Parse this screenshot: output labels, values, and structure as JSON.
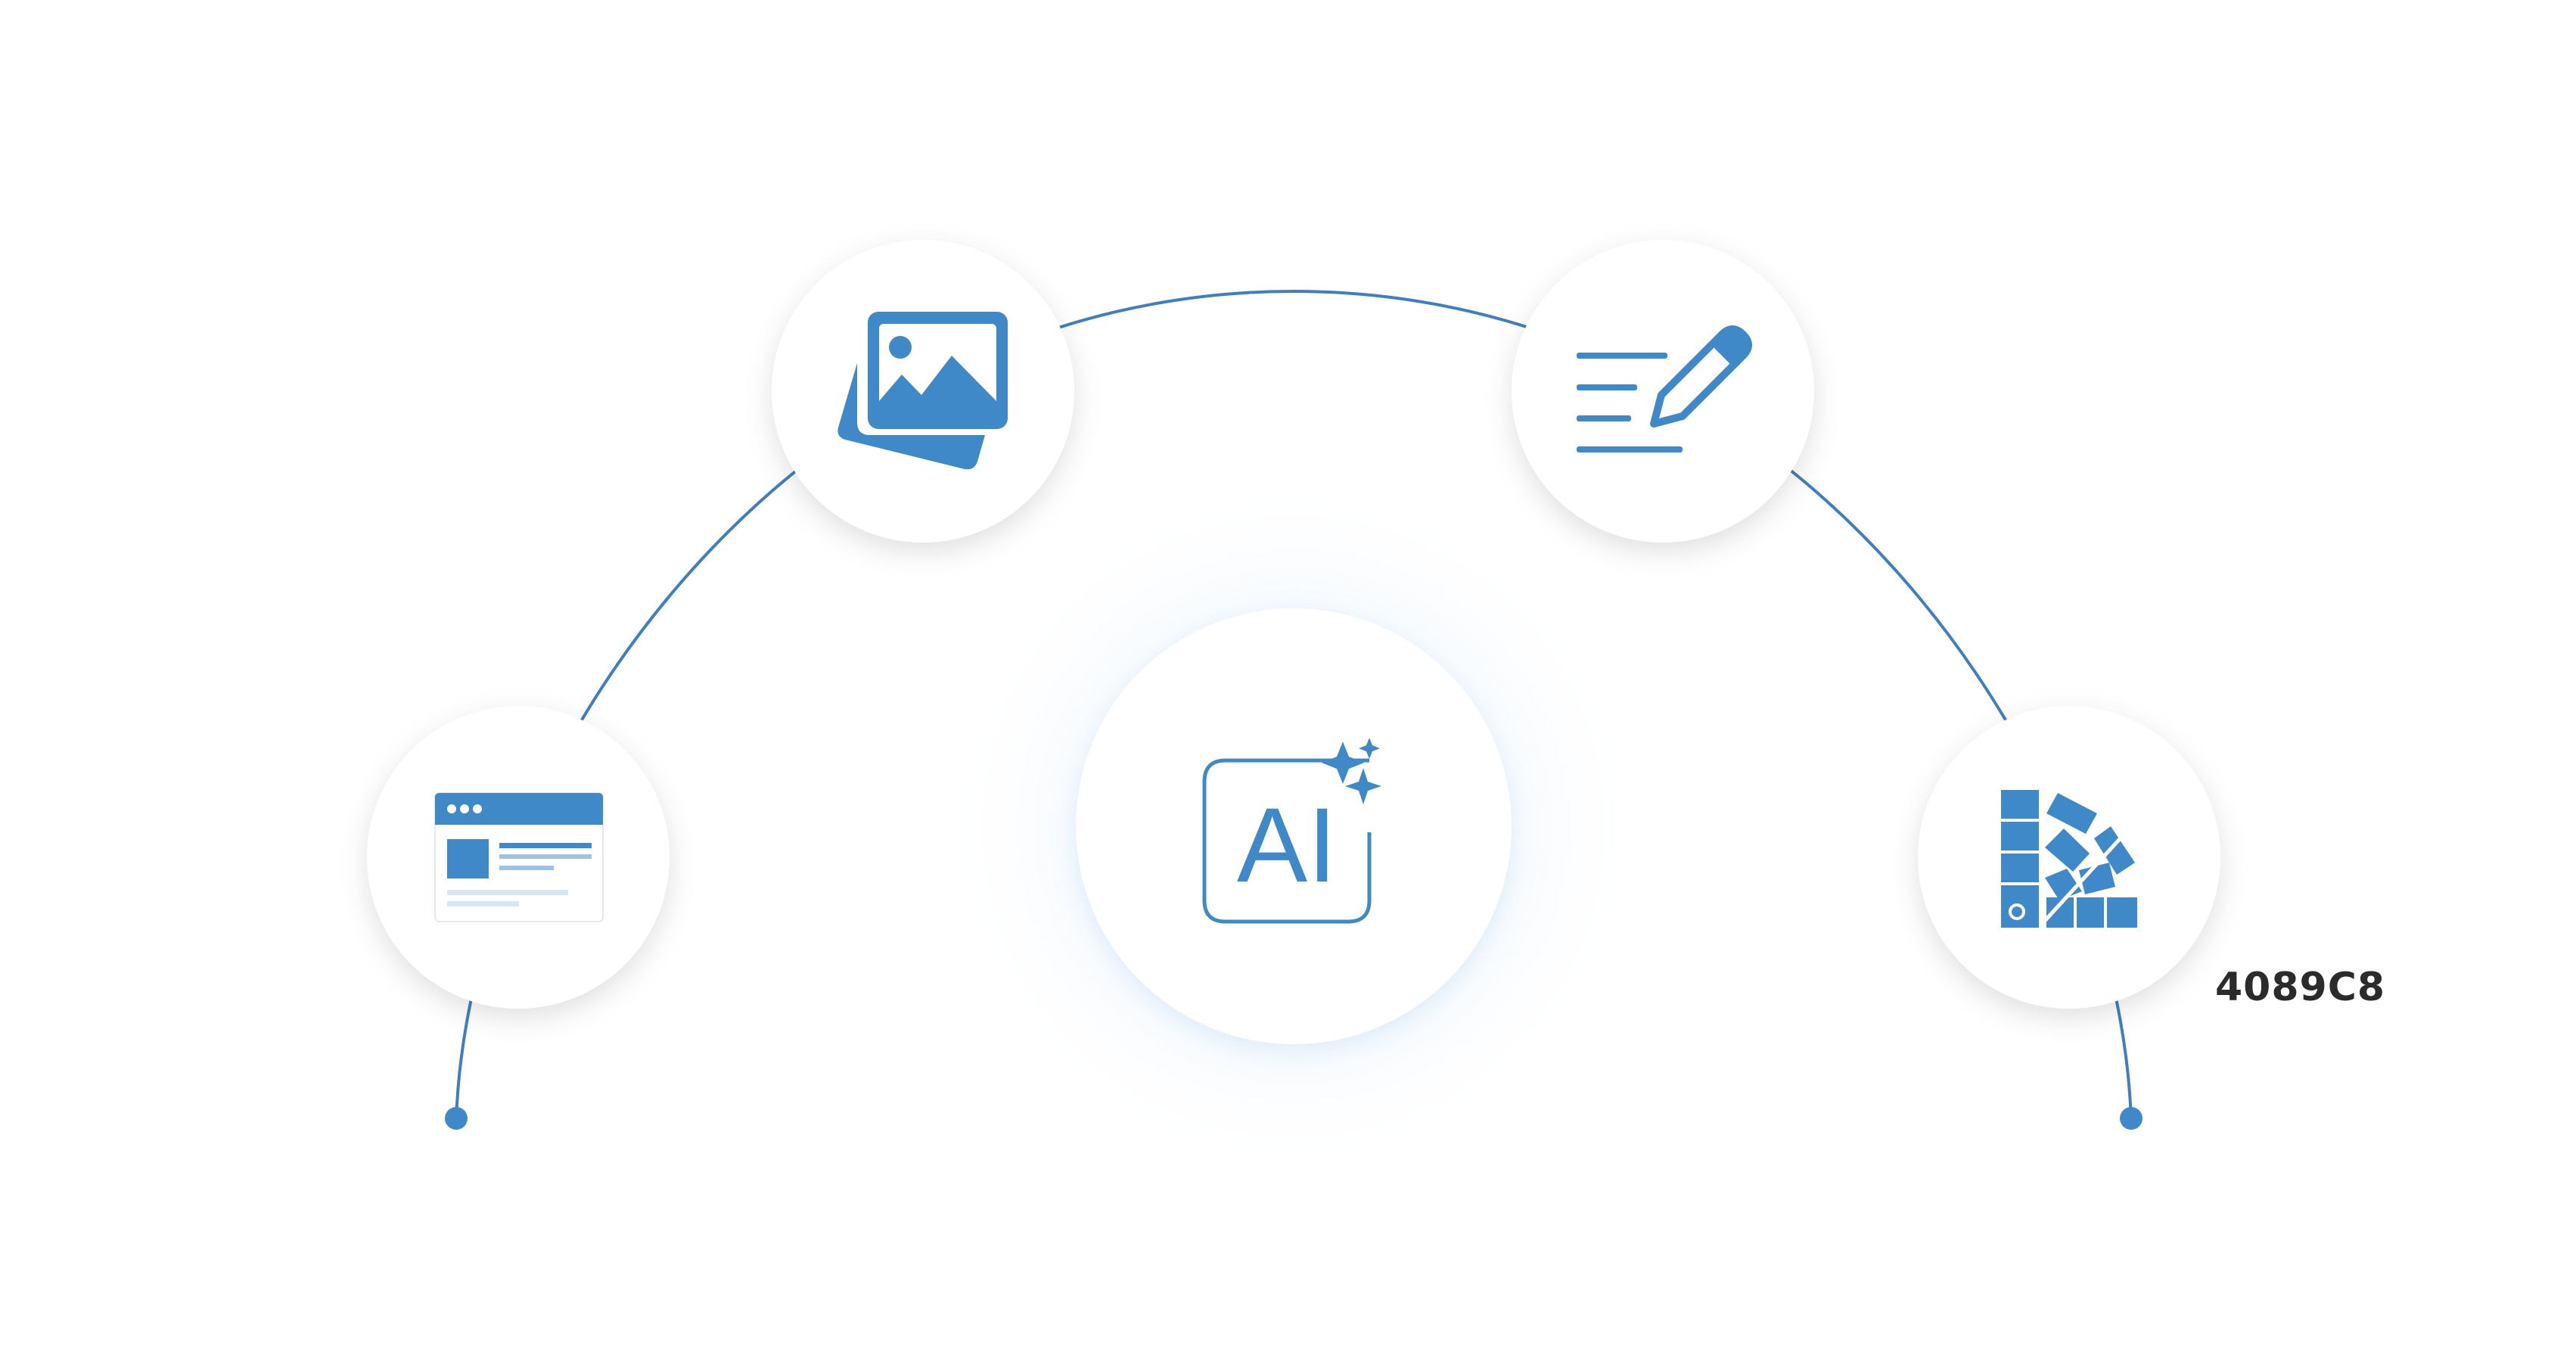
{
  "center": {
    "label": "AI",
    "icon": "ai-sparkle-icon"
  },
  "satellites": [
    {
      "name": "webpage-node",
      "icon": "browser-window-icon"
    },
    {
      "name": "images-node",
      "icon": "image-gallery-icon"
    },
    {
      "name": "writing-node",
      "icon": "text-edit-pencil-icon"
    },
    {
      "name": "palette-node",
      "icon": "color-swatch-fan-icon"
    }
  ],
  "hex_label": "4089C8",
  "colors": {
    "accent": "#4089C8",
    "line": "#3F7FC1",
    "circle_fill": "#FFFFFF",
    "glow": "#E8F2FB",
    "light_accent": "#D6E6F5",
    "text": "#2B2B2B"
  }
}
